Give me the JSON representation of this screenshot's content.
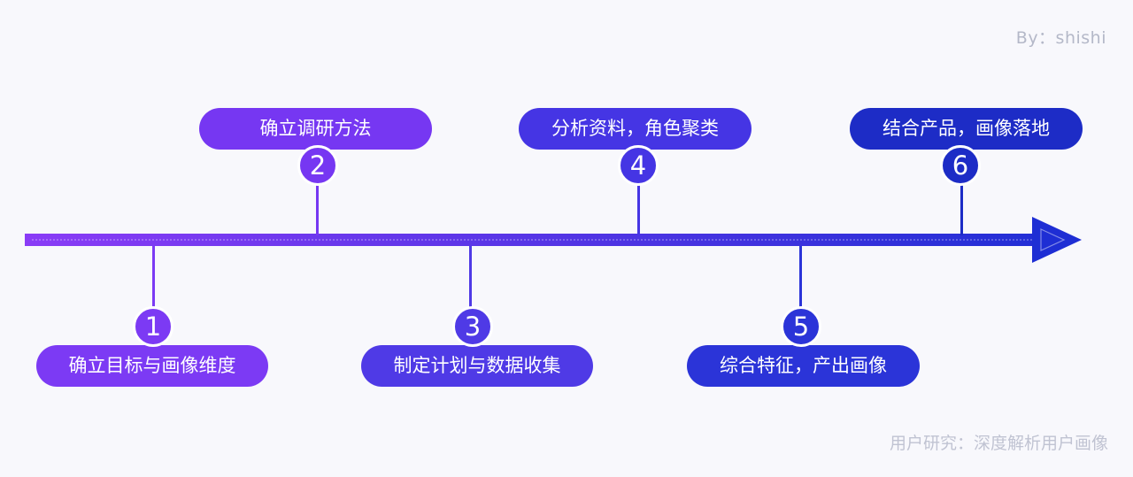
{
  "byline": "By：shishi",
  "footer": "用户研究：深度解析用户画像",
  "colors": {
    "start": "#8a3cf6",
    "end": "#1e2ed4"
  },
  "steps": [
    {
      "number": "1",
      "label": "确立目标与画像维度",
      "color": "#7c3af4"
    },
    {
      "number": "2",
      "label": "确立调研方法",
      "color": "#7637f2"
    },
    {
      "number": "3",
      "label": "制定计划与数据收集",
      "color": "#4f3ae6"
    },
    {
      "number": "4",
      "label": "分析资料，角色聚类",
      "color": "#4535e4"
    },
    {
      "number": "5",
      "label": "综合特征，产出画像",
      "color": "#2b34d8"
    },
    {
      "number": "6",
      "label": "结合产品，画像落地",
      "color": "#1d2cc6"
    }
  ]
}
